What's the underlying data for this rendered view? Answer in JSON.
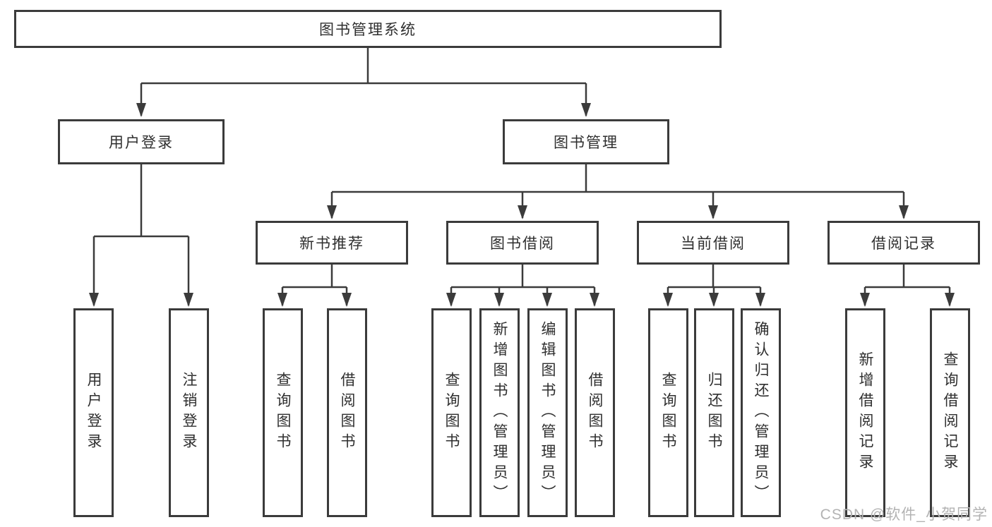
{
  "diagram": {
    "root": "图书管理系统",
    "level2": [
      {
        "label": "用户登录",
        "children": [
          "用户登录",
          "注销登录"
        ]
      },
      {
        "label": "图书管理",
        "children": [
          {
            "label": "新书推荐",
            "children": [
              "查询图书",
              "借阅图书"
            ]
          },
          {
            "label": "图书借阅",
            "children": [
              "查询图书",
              "新增图书（管理员）",
              "编辑图书（管理员）",
              "借阅图书"
            ]
          },
          {
            "label": "当前借阅",
            "children": [
              "查询图书",
              "归还图书",
              "确认归还（管理员）"
            ]
          },
          {
            "label": "借阅记录",
            "children": [
              "新增借阅记录",
              "查询借阅记录"
            ]
          }
        ]
      }
    ]
  },
  "watermark": {
    "text": "CSDN @软件_小贺同学",
    "color": "#b3b3b3"
  },
  "colors": {
    "line": "#3b3b3b",
    "text": "#2f2f2f",
    "box_background": "#ffffff",
    "page_background": "#ffffff"
  }
}
